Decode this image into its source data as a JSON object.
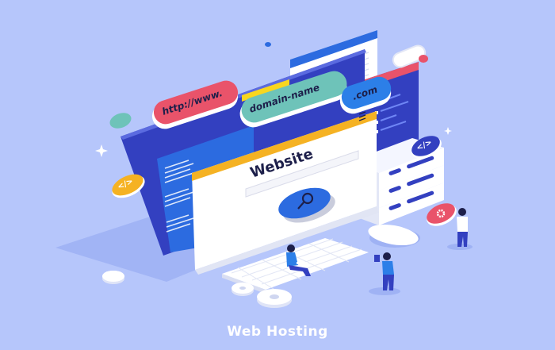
{
  "illustration": {
    "caption": "Web Hosting",
    "browser": {
      "site_title": "Website",
      "search_button_icon": "magnifier-icon"
    },
    "url_pills": [
      {
        "label": "http://www.",
        "color": "#e9536a"
      },
      {
        "label": "domain-name",
        "color": "#6ec3b9"
      },
      {
        "label": ".com",
        "color": "#2c7fe8"
      }
    ],
    "code_badges": [
      {
        "label": "</>",
        "color": "#f5b223"
      },
      {
        "label": "</>",
        "color": "#3340c0"
      }
    ],
    "gear_badge_icon": "gear-icon",
    "colors": {
      "background": "#b6c6fb",
      "navy": "#3340c0",
      "blue": "#2c6be0",
      "yellow": "#f8d61f",
      "orange": "#f5b223",
      "red": "#e9536a",
      "teal": "#6ec3b9",
      "white": "#ffffff"
    }
  }
}
